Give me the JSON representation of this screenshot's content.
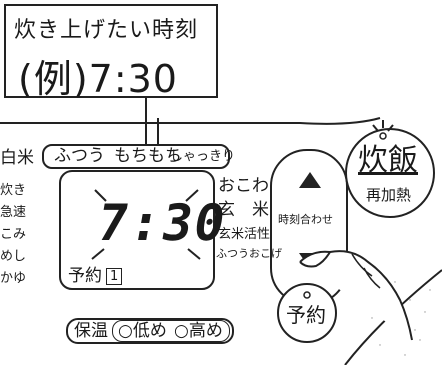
{
  "callout": {
    "line1": "炊き上げたい時刻",
    "line2": "(例)7:30"
  },
  "rice_modes": {
    "prefix": "白米",
    "options": [
      "ふつう",
      "もちもち",
      "しゃっきり"
    ]
  },
  "left_menu": [
    "炊き",
    "急速",
    "こみ",
    "めし",
    "かゆ"
  ],
  "display": {
    "time": "7:30",
    "reservation_label": "予約",
    "reservation_number": "1"
  },
  "right_menu": [
    "おこわ",
    "玄　米",
    "玄米活性",
    "ふつうおこげ"
  ],
  "time_buttons": {
    "label": "時刻合わせ"
  },
  "cook_button": {
    "line1": "炊飯",
    "line2": "再加熱"
  },
  "reserve_button": {
    "label": "予約"
  },
  "keep_warm": {
    "label": "保温",
    "options": [
      "○低め",
      "○高め"
    ]
  }
}
